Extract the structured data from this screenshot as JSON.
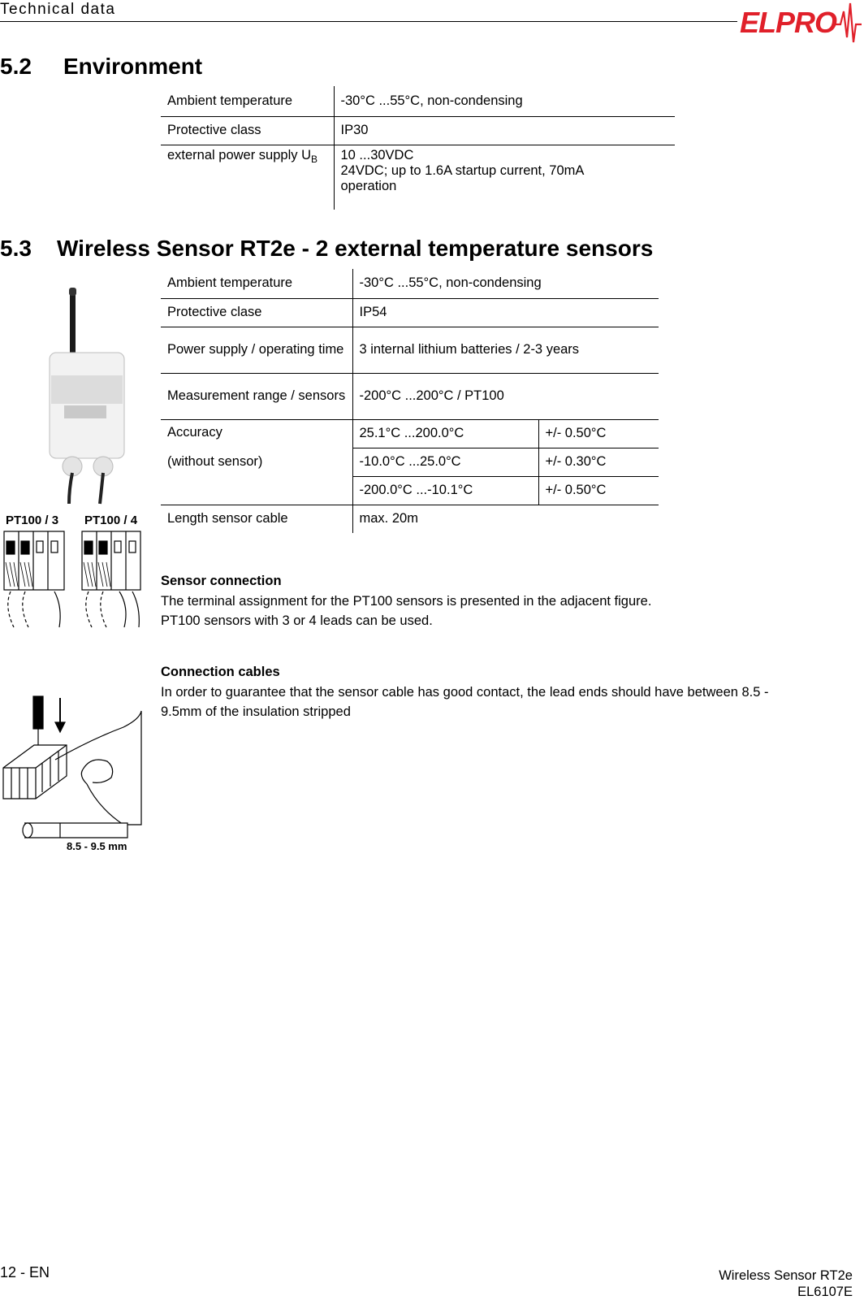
{
  "header": {
    "section_label": "Technical data",
    "logo_text": "ELPRO"
  },
  "section_5_2": {
    "number": "5.2",
    "title": "Environment",
    "rows": [
      {
        "label": "Ambient temperature",
        "value": "-30°C ...55°C, non-condensing"
      },
      {
        "label": "Protective class",
        "value": "IP30"
      },
      {
        "label": "external power supply U",
        "label_sub": "B",
        "value_lines": [
          "10 ...30VDC",
          "24VDC; up to 1.6A startup current, 70mA",
          "operation"
        ]
      }
    ]
  },
  "section_5_3": {
    "number": "5.3",
    "title": "Wireless Sensor RT2e - 2 external temperature sensors",
    "rows": [
      {
        "label": "Ambient temperature",
        "value": "-30°C ...55°C, non-condensing"
      },
      {
        "label": "Protective clase",
        "value": "IP54"
      },
      {
        "label": "Power supply / operating time",
        "value": "3 internal lithium batteries / 2-3 years"
      },
      {
        "label": "Measurement range / sensors",
        "value": "-200°C ...200°C / PT100"
      },
      {
        "label": "Accuracy",
        "label2": "(without sensor)",
        "ranges": [
          {
            "range": "25.1°C ...200.0°C",
            "tolerance": "+/- 0.50°C"
          },
          {
            "range": "-10.0°C ...25.0°C",
            "tolerance": "+/- 0.30°C"
          },
          {
            "range": "-200.0°C ...-10.1°C",
            "tolerance": "+/- 0.50°C"
          }
        ]
      },
      {
        "label": "Length sensor cable",
        "value": "max. 20m"
      }
    ],
    "figure_labels": {
      "pt100_3": "PT100 / 3",
      "pt100_4": "PT100 / 4",
      "strip_length": "8.5 - 9.5 mm"
    },
    "sensor_connection": {
      "heading": "Sensor connection",
      "line1": "The terminal assignment for the PT100 sensors is presented in the adjacent figure.",
      "line2": "PT100 sensors with 3 or 4 leads can be used."
    },
    "connection_cables": {
      "heading": "Connection cables",
      "line1": "In order to guarantee that the sensor cable has good contact, the lead ends should have between 8.5 -",
      "line2": "9.5mm of the insulation stripped"
    }
  },
  "footer": {
    "page": "12 - EN",
    "product": "Wireless Sensor RT2e",
    "doc_id": "EL6107E"
  }
}
